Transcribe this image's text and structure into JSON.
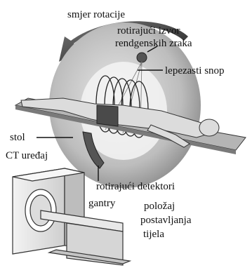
{
  "labels": {
    "rotation_direction": "smjer rotacije",
    "xray_source_line1": "rotirajući izvor",
    "xray_source_line2": "rendgenskih zraka",
    "fan_beam": "lepezasti snop",
    "table": "stol",
    "ct_device": "CT uređaj",
    "rotating_detectors": "rotirajući detektori",
    "gantry": "gantry",
    "positioning_line1": "položaj",
    "positioning_line2": "postavljanja",
    "positioning_line3": "tijela"
  },
  "colors": {
    "ring": "#bdbdbd",
    "ring_shadow": "#8c8c8c",
    "arrow": "#3a3a3a",
    "body": "#d9d9d9",
    "belt": "#4a4a4a",
    "machine": "#e6e6e6"
  }
}
